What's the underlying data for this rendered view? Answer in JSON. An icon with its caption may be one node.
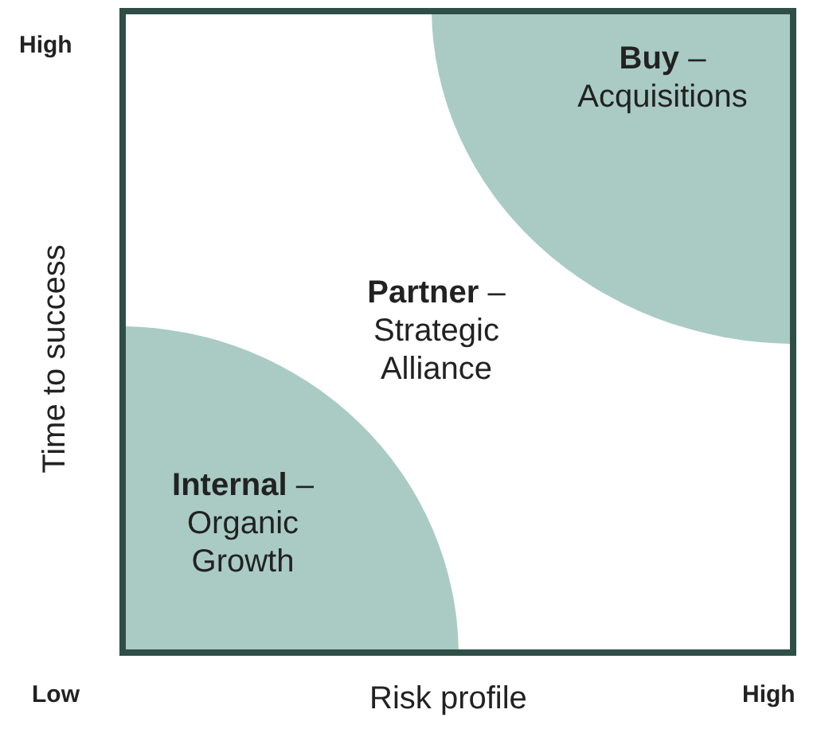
{
  "diagram": {
    "nodes": [
      {
        "text": [
          "**Buy** – Acquisitions"
        ]
      },
      {
        "text": [
          "**Internal** – Organic Growth"
        ]
      }
    ],
    "edges": [],
    "labels": [
      "High",
      "**Partner** – Strategic Alliance",
      "Time to success",
      "Low",
      "Risk profile",
      "High"
    ]
  }
}
